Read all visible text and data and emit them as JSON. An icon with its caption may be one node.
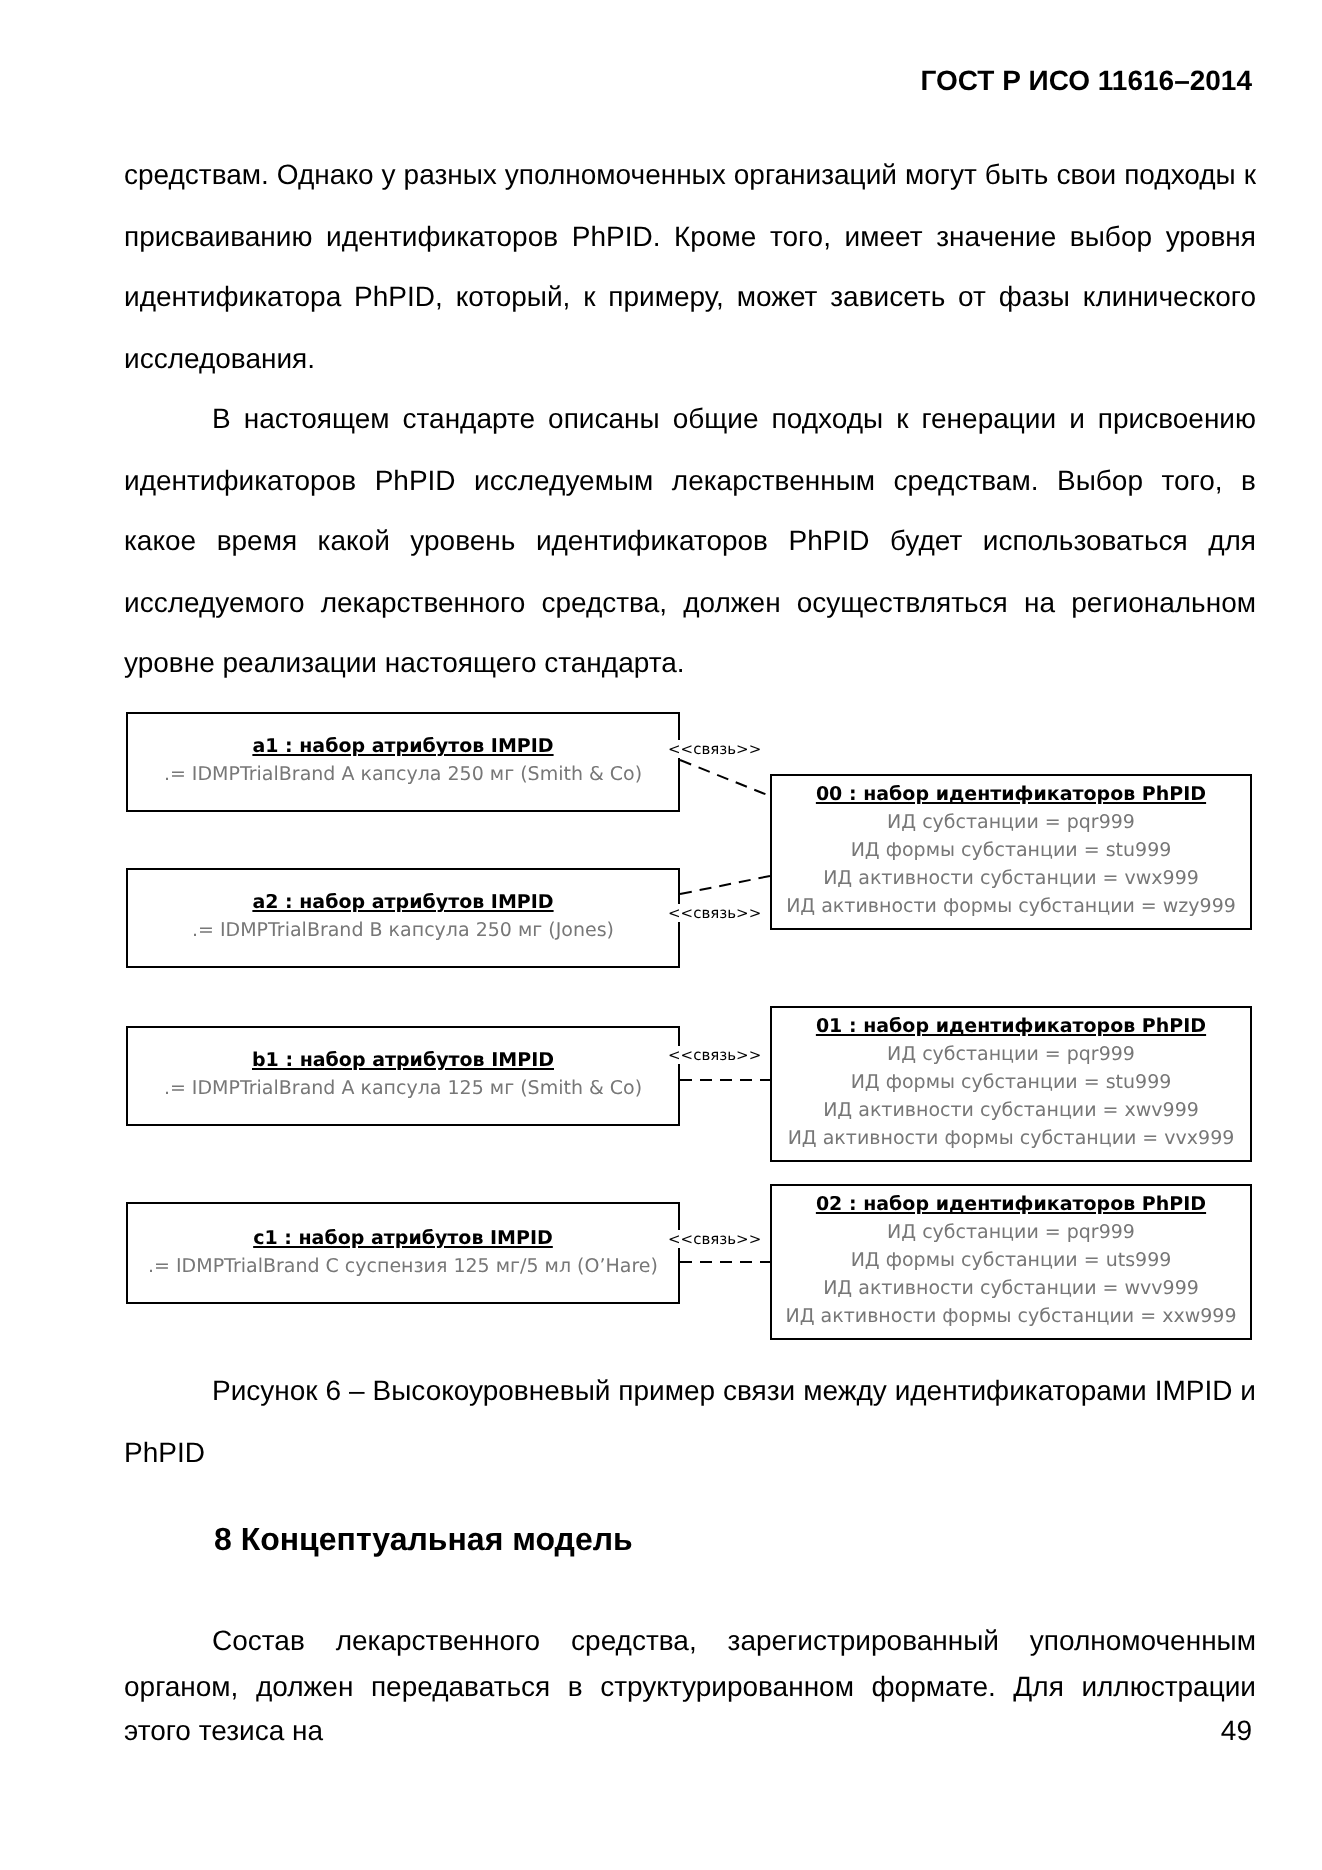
{
  "diagram": {
    "caption": "Рисунок 6 – Высокоуровневый пример связи между идентификаторами IMPID и PhPID",
    "nodes": [
      {
        "text": [
          "a1 : набор атрибутов IMPID",
          ".= IDMPTrialBrand A капсула 250 мг (Smith & Co)"
        ]
      },
      {
        "text": [
          "a2 : набор атрибутов IMPID",
          ".= IDMPTrialBrand B капсула 250 мг (Jones)"
        ]
      },
      {
        "text": [
          "b1 : набор атрибутов IMPID",
          ".= IDMPTrialBrand A капсула 125 мг (Smith & Co)"
        ]
      },
      {
        "text": [
          "c1 : набор атрибутов IMPID",
          ".= IDMPTrialBrand C суспензия 125 мг/5 мл (O’Hare)"
        ]
      },
      {
        "text": [
          "00 : набор идентификаторов PhPID",
          "ИД субстанции = pqr999",
          "ИД формы субстанции = stu999",
          "ИД активности субстанции = vwx999",
          "ИД активности формы субстанции = wzy999"
        ]
      },
      {
        "text": [
          "01 : набор идентификаторов PhPID",
          "ИД субстанции = pqr999",
          "ИД формы субстанции = stu999",
          "ИД активности субстанции = xwv999",
          "ИД активности формы субстанции = vvx999"
        ]
      },
      {
        "text": [
          "02 : набор идентификаторов PhPID",
          "ИД субстанции = pqr999",
          "ИД формы субстанции = uts999",
          "ИД активности субстанции = wvv999",
          "ИД активности формы субстанции = xxw999"
        ]
      }
    ],
    "edges": [
      {
        "from": 0,
        "to": 4,
        "arrow": "none",
        "label": "<<связь>>",
        "style": "dashed"
      },
      {
        "from": 1,
        "to": 4,
        "arrow": "none",
        "label": "<<связь>>",
        "style": "dashed"
      },
      {
        "from": 2,
        "to": 5,
        "arrow": "none",
        "label": "<<связь>>",
        "style": "dashed"
      },
      {
        "from": 3,
        "to": 6,
        "arrow": "none",
        "label": "<<связь>>",
        "style": "dashed"
      }
    ],
    "labels": [
      "ГОСТ Р ИСО 11616–2014",
      "средствам. Однако у разных уполномоченных организаций могут быть свои подходы к присваиванию идентификаторов PhPID. Кроме того, имеет значение выбор уровня идентификатора PhPID, который, к примеру, может зависеть от фазы клинического исследования.",
      "В настоящем стандарте описаны общие подходы к генерации и присвоению идентификаторов PhPID исследуемым лекарственным средствам. Выбор того, в какое время какой уровень идентификаторов PhPID будет использоваться для исследуемого лекарственного средства, должен осуществляться на региональном уровне реализации настоящего стандарта.",
      "8 Концептуальная модель",
      "Состав лекарственного средства, зарегистрированный уполномоченным органом, должен передаваться в структурированном формате. Для иллюстрации этого тезиса на",
      "49"
    ]
  }
}
